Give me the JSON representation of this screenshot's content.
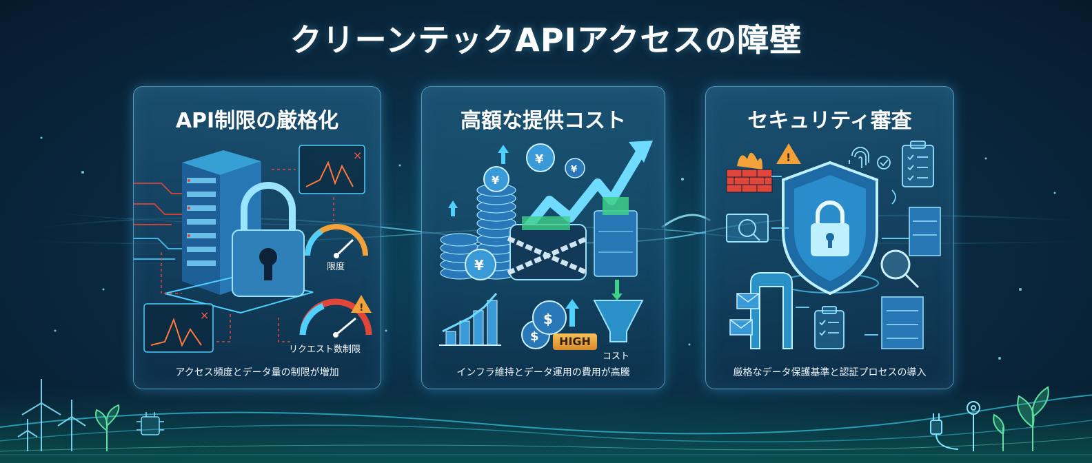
{
  "title": "クリーンテックAPIアクセスの障壁",
  "panels": [
    {
      "title": "API制限の厳格化",
      "caption": "アクセス頻度とデータ量の制限が増加",
      "gauge_labels": [
        "限度",
        "リクエスト数制限"
      ]
    },
    {
      "title": "高額な提供コスト",
      "caption": "インフラ維持とデータ運用の費用が高騰",
      "badge": "HIGH",
      "funnel_label": "コスト"
    },
    {
      "title": "セキュリティ審査",
      "caption": "厳格なデータ保護基準と認証プロセスの導入"
    }
  ],
  "colors": {
    "background": "#0a2c44",
    "accent": "#4fd0ff",
    "warning": "#f3a23a",
    "alert": "#e0473a",
    "eco_green": "#3fd08a"
  },
  "icons": [
    "server-icon",
    "padlock-icon",
    "gauge-icon",
    "warning-icon",
    "yen-coin-icon",
    "wallet-chain-icon",
    "money-bag-icon",
    "funnel-icon",
    "shield-lock-icon",
    "firewall-icon",
    "fingerprint-icon",
    "clipboard-icon",
    "magnifier-icon",
    "wind-turbine-icon",
    "plant-icon",
    "plug-icon"
  ]
}
